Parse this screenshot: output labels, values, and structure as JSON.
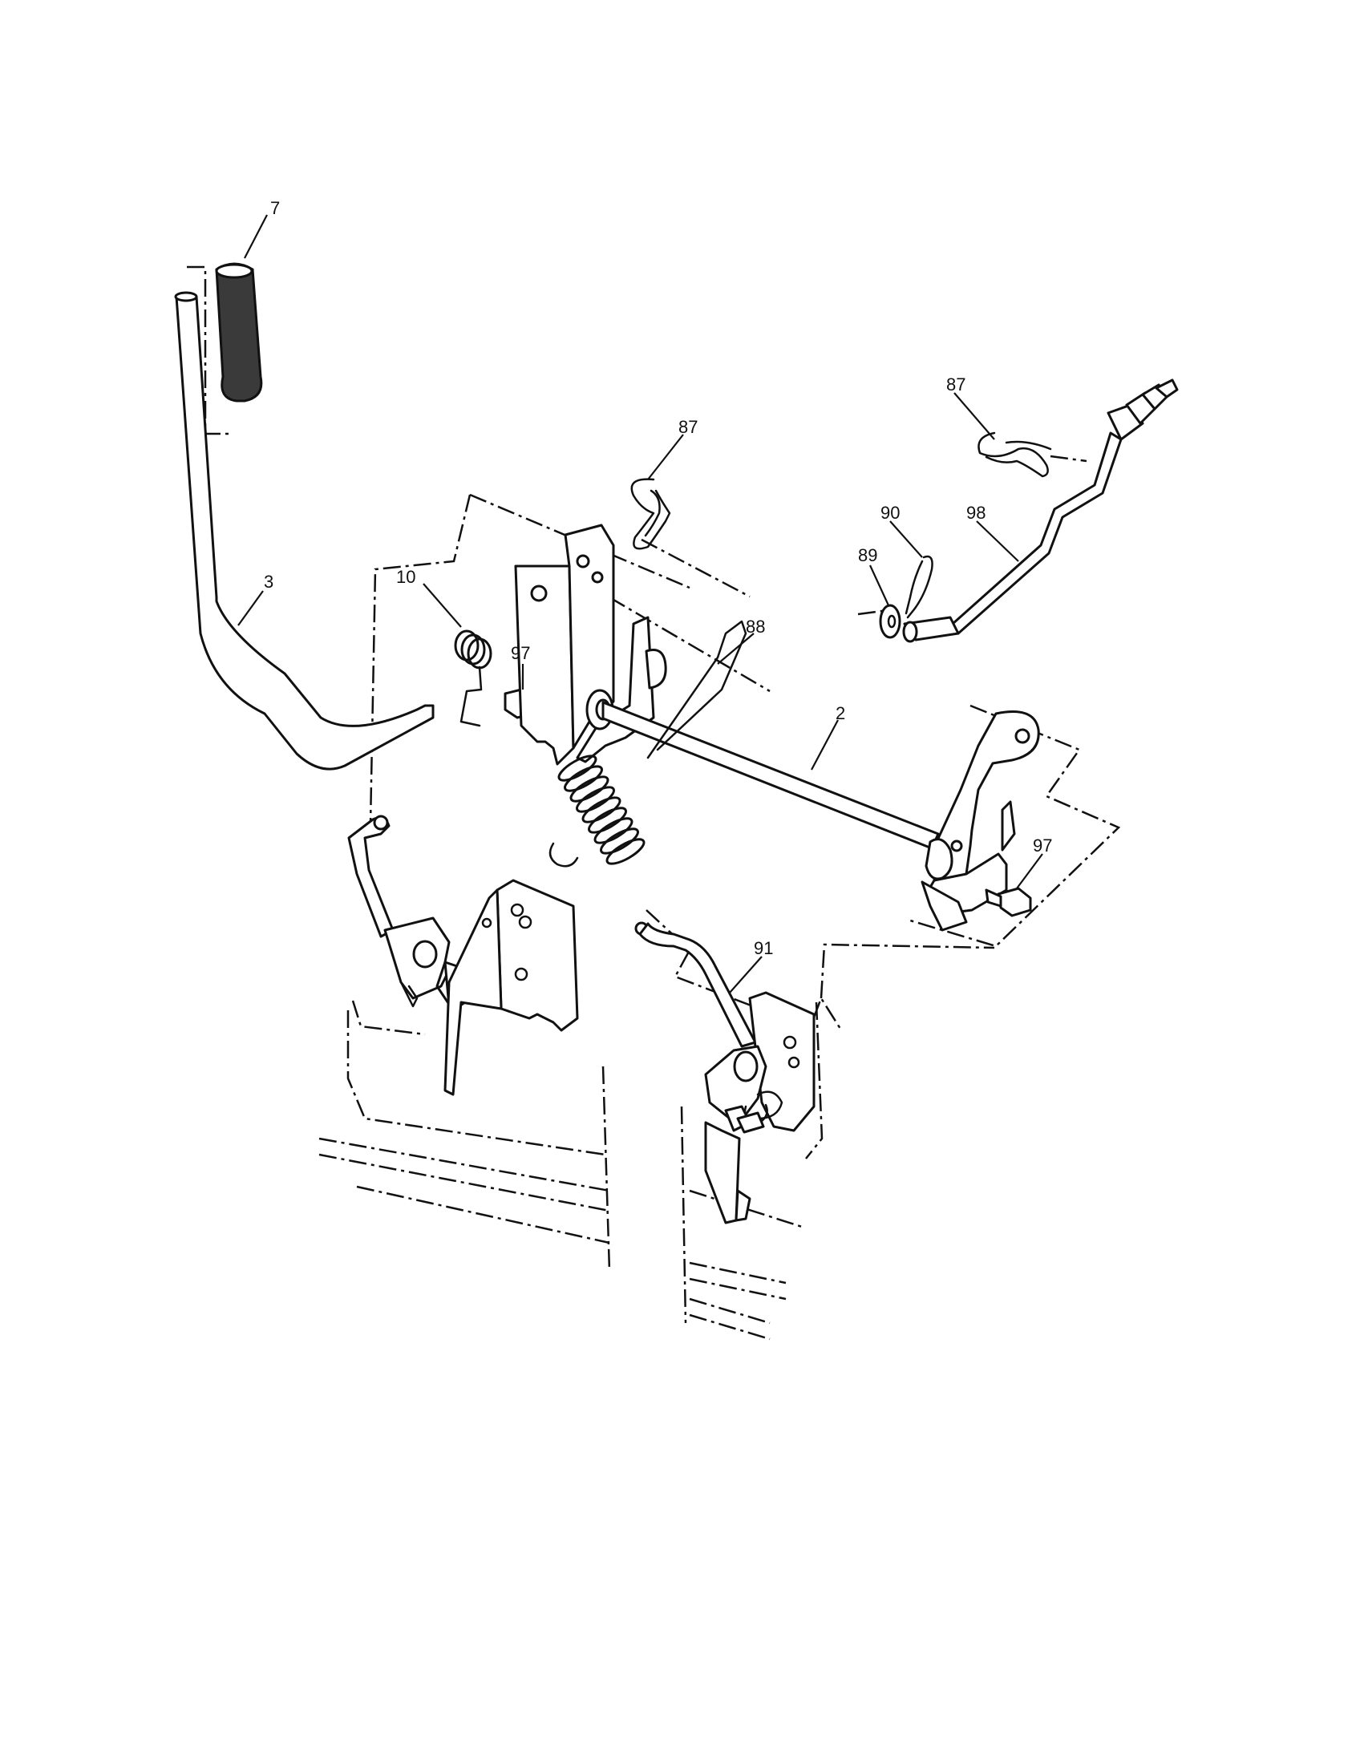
{
  "callouts": {
    "c7": "7",
    "c3": "3",
    "c10": "10",
    "c97a": "97",
    "c87a": "87",
    "c88": "88",
    "c2": "2",
    "c87b": "87",
    "c90": "90",
    "c98": "98",
    "c89": "89",
    "c97b": "97",
    "c91": "91"
  }
}
